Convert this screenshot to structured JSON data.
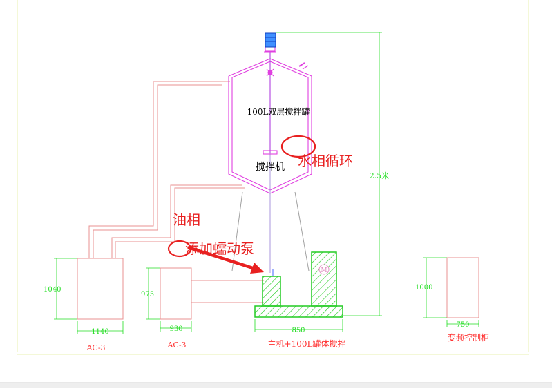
{
  "diagram": {
    "tank_label": "100L双层搅拌罐",
    "mixer_label": "搅拌机",
    "height_dim": "2.5米",
    "units": {
      "ac3_left": {
        "caption": "AC-3",
        "height": "1040",
        "width": "1140"
      },
      "ac3_mid": {
        "caption": "AC-3",
        "height": "975",
        "width": "930"
      },
      "main": {
        "caption": "主机+100L罐体搅拌",
        "width": "850",
        "motor": "M"
      },
      "cabinet": {
        "caption": "变频控制柜",
        "height": "1000",
        "width": "750"
      }
    }
  },
  "annotations": {
    "water_phase": "水相循环",
    "oil_phase": "油相",
    "peristaltic_pump": "添加蠕动泵"
  },
  "colors": {
    "cad_magenta": "#e040e0",
    "cad_green": "#22dd22",
    "cad_pink": "#e89090",
    "annotation_red": "#e82020"
  }
}
